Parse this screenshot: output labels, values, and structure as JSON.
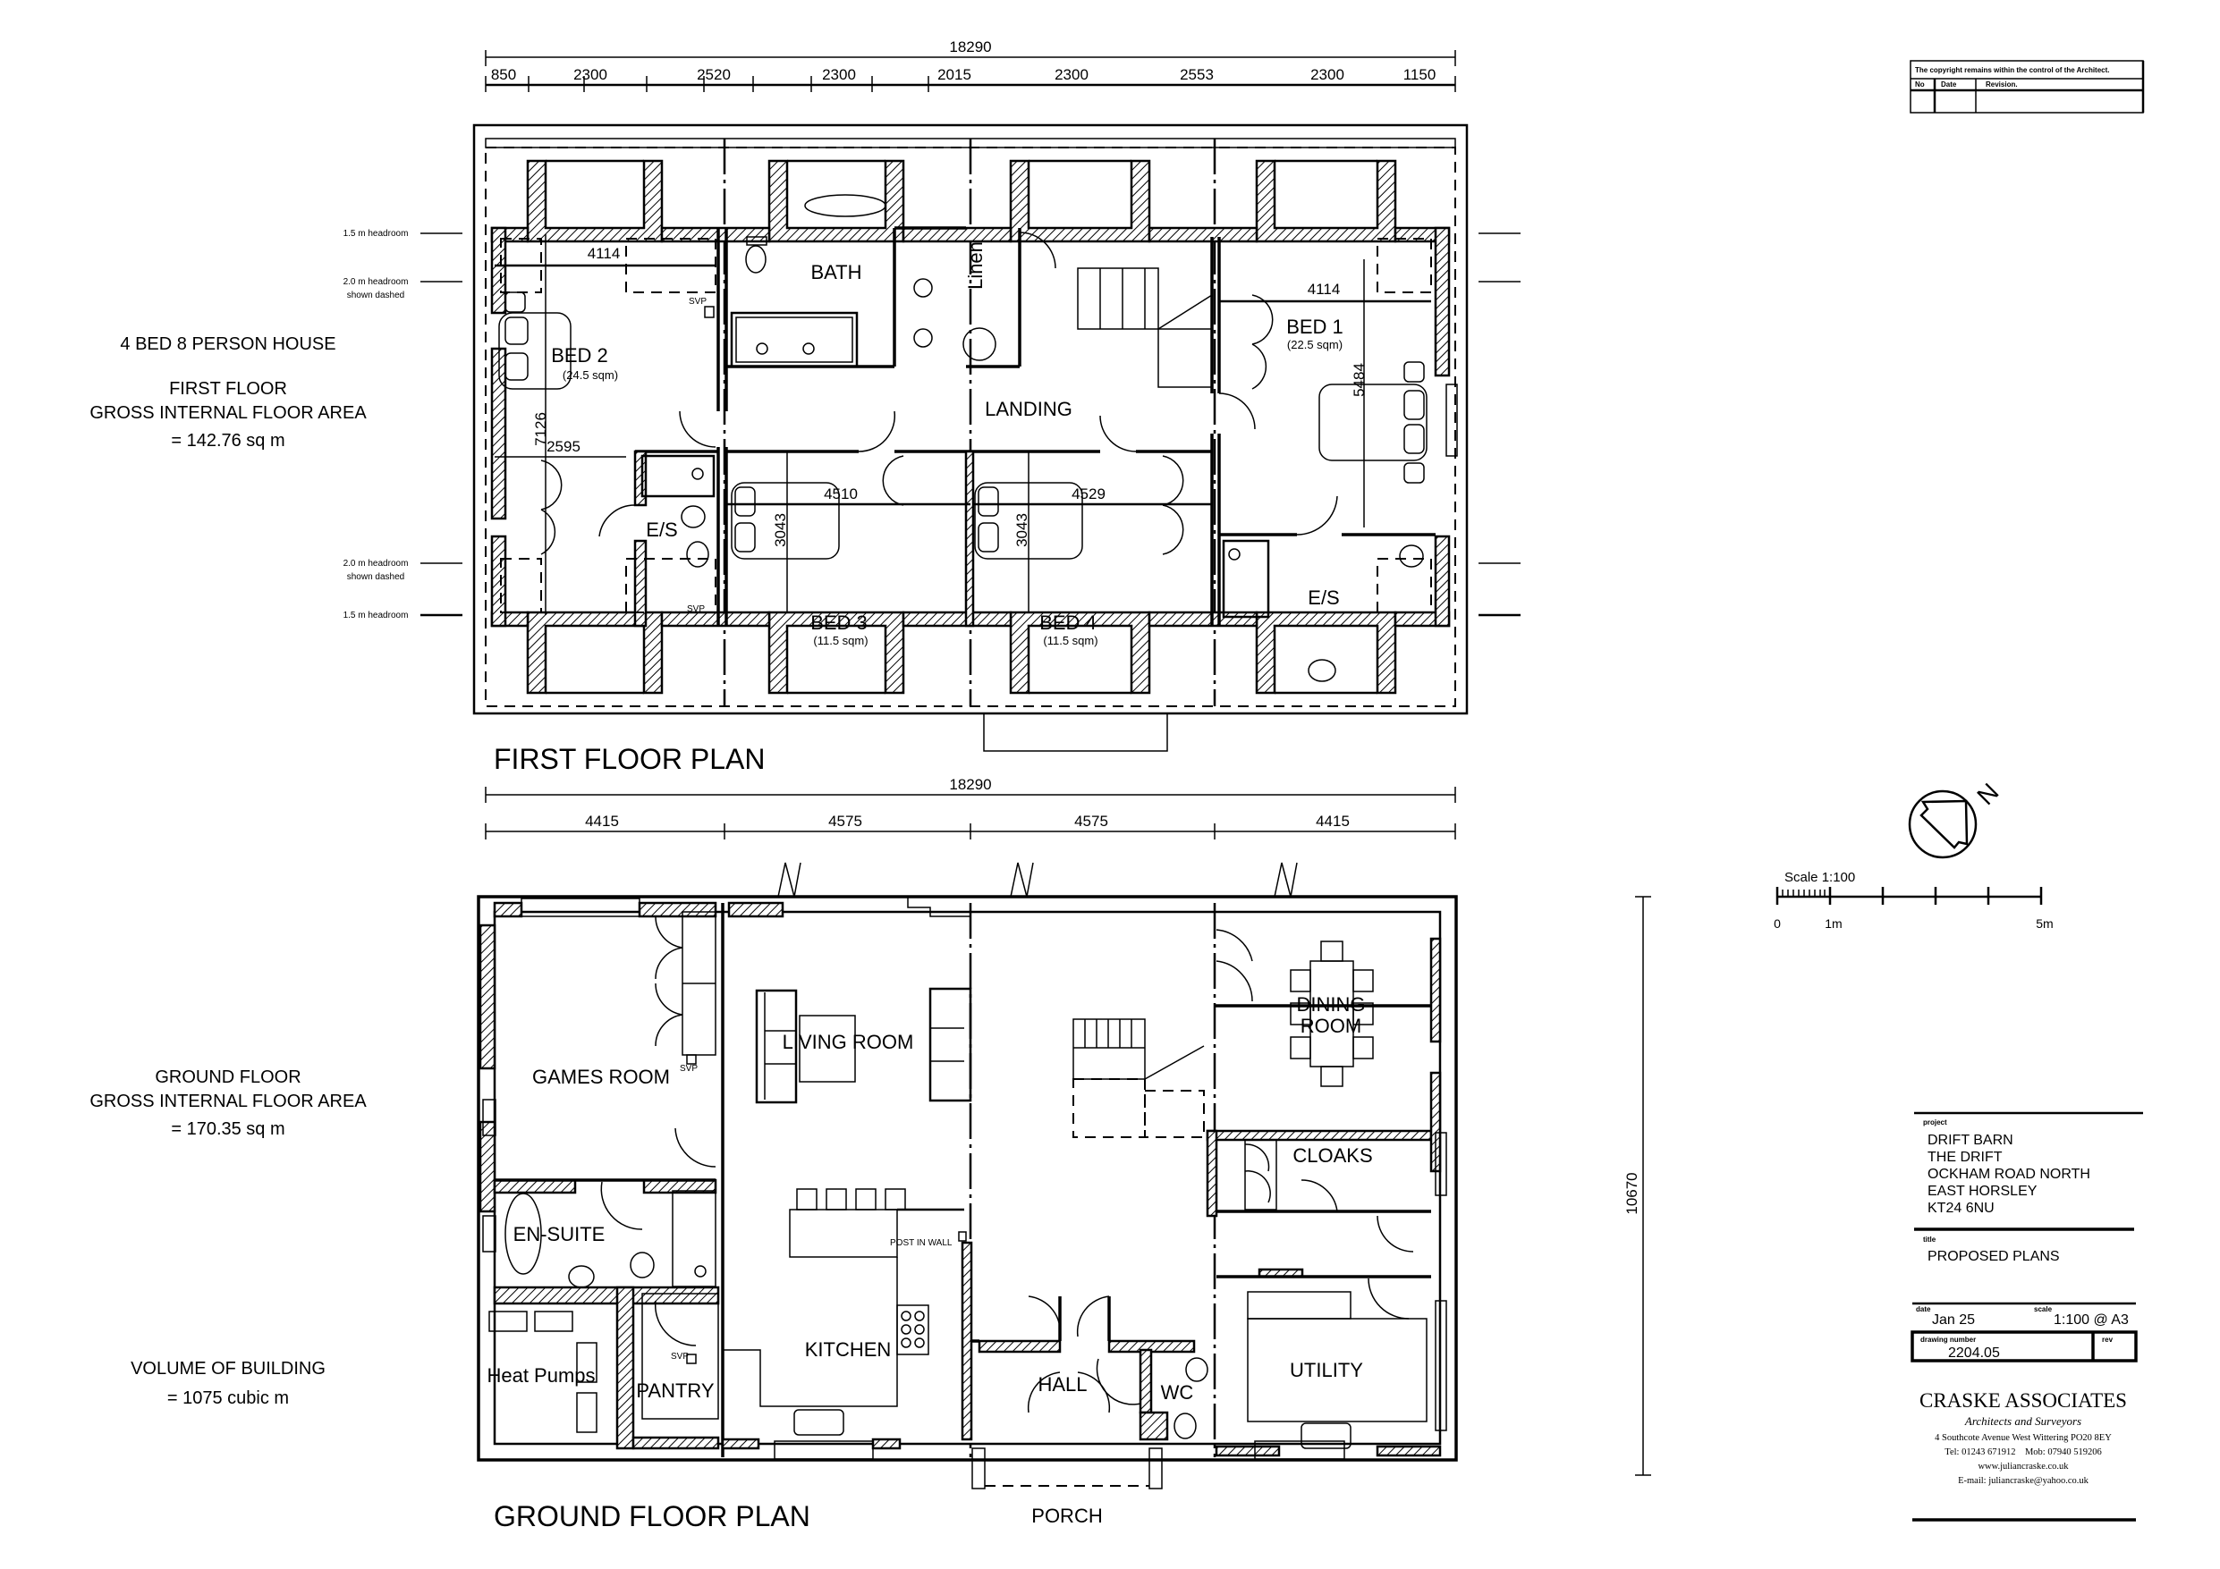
{
  "sheet": {
    "copyright": "The copyright remains within the control of the Architect.",
    "revision_headers": {
      "no": "No",
      "date": "Date",
      "revision": "Revision."
    }
  },
  "first_floor": {
    "title": "FIRST FLOOR PLAN",
    "overall_dim": "18290",
    "segment_dims": [
      "850",
      "2300",
      "2520",
      "2300",
      "2015",
      "2300",
      "2553",
      "2300",
      "1150"
    ],
    "headroom_notes": {
      "top_15": "1.5 m headroom",
      "top_20_l1": "2.0 m headroom",
      "top_20_l2": "shown dashed",
      "bot_20_l1": "2.0 m headroom",
      "bot_20_l2": "shown dashed",
      "bot_15": "1.5 m headroom"
    },
    "rooms": {
      "bed2": {
        "name": "BED 2",
        "area": "(24.5 sqm)"
      },
      "bath": {
        "name": "BATH"
      },
      "linen": {
        "name": "Linen"
      },
      "bed1": {
        "name": "BED 1",
        "area": "(22.5 sqm)"
      },
      "landing": {
        "name": "LANDING"
      },
      "es_left": {
        "name": "E/S"
      },
      "bed3": {
        "name": "BED 3",
        "area": "(11.5 sqm)"
      },
      "bed4": {
        "name": "BED 4",
        "area": "(11.5 sqm)"
      },
      "es_right": {
        "name": "E/S"
      }
    },
    "inner_dims": {
      "bed2_width": "4114",
      "bed2_depth": "7126",
      "bed2_inner": "2595",
      "bed1_width": "4114",
      "bed1_depth": "5484",
      "bed3_width": "4510",
      "bed3_depth": "3043",
      "bed4_width": "4529",
      "bed4_depth": "3043"
    },
    "svp_labels": [
      "SVP",
      "SVP"
    ]
  },
  "ground_floor": {
    "title": "GROUND FLOOR PLAN",
    "overall_dim": "18290",
    "segment_dims": [
      "4415",
      "4575",
      "4575",
      "4415"
    ],
    "depth_dim": "10670",
    "rooms": {
      "games_room": {
        "name": "GAMES ROOM"
      },
      "living_room": {
        "name": "LIVING ROOM"
      },
      "dining_l1": {
        "name": "DINING"
      },
      "dining_l2": {
        "name": "ROOM"
      },
      "cloaks": {
        "name": "CLOAKS"
      },
      "en_suite": {
        "name": "EN-SUITE"
      },
      "kitchen": {
        "name": "KITCHEN"
      },
      "heat_pumps": {
        "name": "Heat Pumps"
      },
      "pantry": {
        "name": "PANTRY"
      },
      "hall": {
        "name": "HALL"
      },
      "wc": {
        "name": "WC"
      },
      "utility": {
        "name": "UTILITY"
      },
      "porch": {
        "name": "PORCH"
      }
    },
    "notes": {
      "post_in_wall": "POST IN WALL",
      "svp_games": "SVP",
      "svp_pantry": "SVP"
    }
  },
  "side_notes": {
    "house_type": "4 BED 8 PERSON HOUSE",
    "ff_area_l1": "FIRST FLOOR",
    "ff_area_l2": "GROSS INTERNAL FLOOR AREA",
    "ff_area_value": "= 142.76 sq m",
    "gf_area_l1": "GROUND FLOOR",
    "gf_area_l2": "GROSS INTERNAL FLOOR AREA",
    "gf_area_value": "= 170.35 sq m",
    "volume_l1": "VOLUME OF BUILDING",
    "volume_value": "= 1075 cubic m"
  },
  "north_arrow": {
    "label": "N"
  },
  "scale_bar": {
    "title": "Scale 1:100",
    "ticks": [
      "0",
      "1m",
      "5m"
    ]
  },
  "title_block": {
    "project_label": "project",
    "project_lines": [
      "DRIFT BARN",
      "THE DRIFT",
      "OCKHAM ROAD NORTH",
      "EAST HORSLEY",
      "KT24 6NU"
    ],
    "title_label": "title",
    "title": "PROPOSED PLANS",
    "date_label": "date",
    "date": "Jan 25",
    "scale_label": "scale",
    "scale": "1:100 @ A3",
    "drawing_number_label": "drawing number",
    "drawing_number": "2204.05",
    "rev_label": "rev",
    "rev": ""
  },
  "architect": {
    "name": "CRASKE ASSOCIATES",
    "tagline": "Architects and Surveyors",
    "address": "4 Southcote Avenue West Wittering PO20 8EY",
    "phone": "Tel: 01243 671912    Mob: 07940 519206",
    "website": "www.juliancraske.co.uk",
    "email": "E-mail: juliancraske@yahoo.co.uk"
  }
}
